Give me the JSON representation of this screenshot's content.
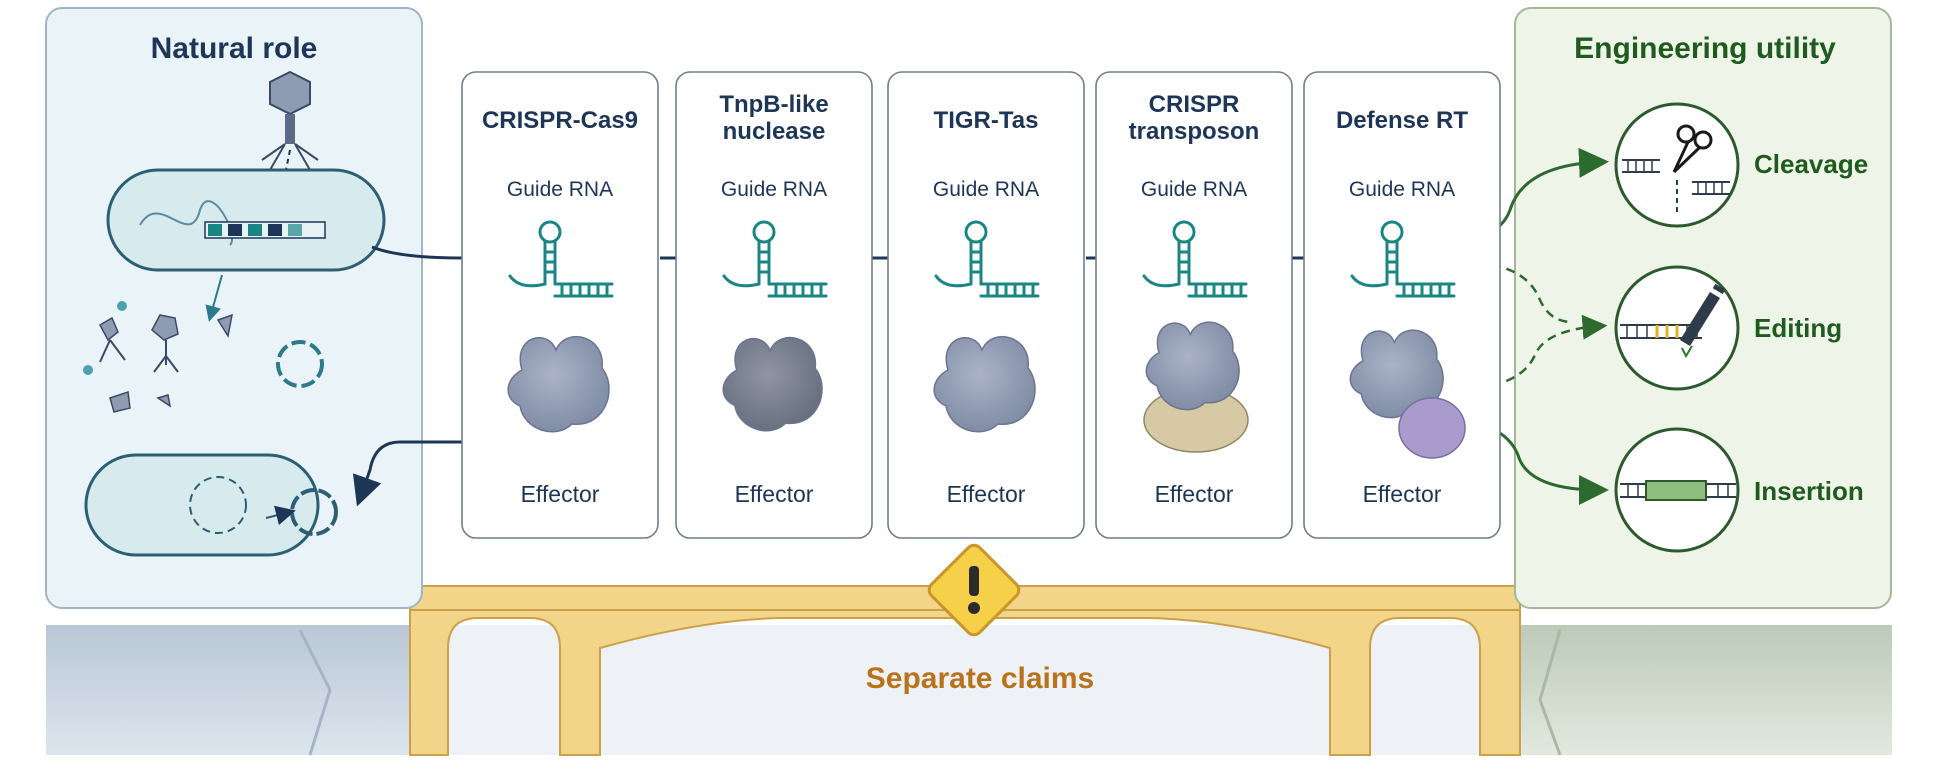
{
  "natural_panel": {
    "title": "Natural role"
  },
  "utility_panel": {
    "title": "Engineering utility",
    "items": [
      {
        "label": "Cleavage",
        "icon": "scissors-dna-icon"
      },
      {
        "label": "Editing",
        "icon": "pen-dna-icon"
      },
      {
        "label": "Insertion",
        "icon": "insert-dna-icon"
      }
    ]
  },
  "systems": [
    {
      "title_lines": [
        "CRISPR-Cas9"
      ],
      "guide": "Guide RNA",
      "effector": "Effector"
    },
    {
      "title_lines": [
        "TnpB-like",
        "nuclease"
      ],
      "guide": "Guide RNA",
      "effector": "Effector"
    },
    {
      "title_lines": [
        "TIGR-Tas"
      ],
      "guide": "Guide RNA",
      "effector": "Effector"
    },
    {
      "title_lines": [
        "CRISPR",
        "transposon"
      ],
      "guide": "Guide RNA",
      "effector": "Effector"
    },
    {
      "title_lines": [
        "Defense RT"
      ],
      "guide": "Guide RNA",
      "effector": "Effector"
    }
  ],
  "bridge": {
    "warning_label": "Separate claims",
    "warning_icon": "warning-icon"
  },
  "colors": {
    "natural_panel_bg": "#eaf3f7",
    "utility_panel_bg": "#eef4e8",
    "natural_title": "#1d3557",
    "utility_title": "#1f5a1f",
    "bridge": "#f3d58a",
    "warning": "#f7d04a",
    "warning_text": "#b8731a",
    "rna": "#1a8585",
    "protein": "#8d98b0"
  }
}
